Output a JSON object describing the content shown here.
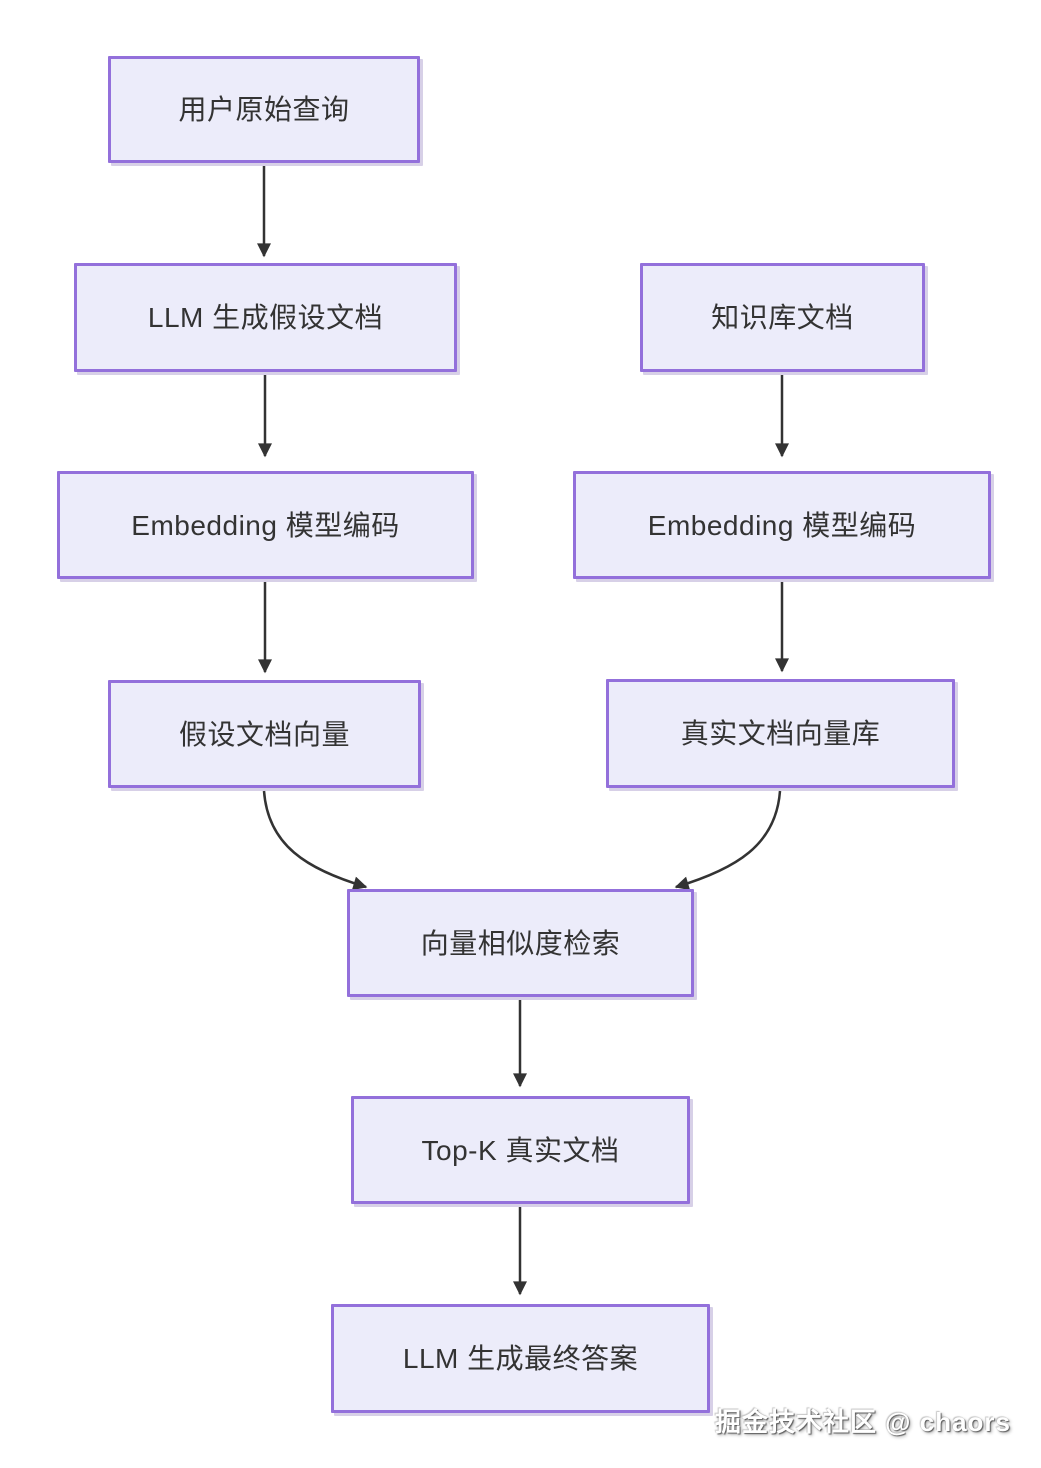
{
  "diagram": {
    "type": "flowchart",
    "direction": "top-down",
    "nodes": {
      "user_query": {
        "label": "用户原始查询"
      },
      "llm_hypothetical": {
        "label": "LLM 生成假设文档"
      },
      "kb_docs": {
        "label": "知识库文档"
      },
      "embedding_left": {
        "label": "Embedding 模型编码"
      },
      "embedding_right": {
        "label": "Embedding 模型编码"
      },
      "hypo_vector": {
        "label": "假设文档向量"
      },
      "real_vector_db": {
        "label": "真实文档向量库"
      },
      "similarity_search": {
        "label": "向量相似度检索"
      },
      "topk_docs": {
        "label": "Top-K 真实文档"
      },
      "final_answer": {
        "label": "LLM 生成最终答案"
      }
    },
    "edges": [
      {
        "from": "user_query",
        "to": "llm_hypothetical"
      },
      {
        "from": "llm_hypothetical",
        "to": "embedding_left"
      },
      {
        "from": "kb_docs",
        "to": "embedding_right"
      },
      {
        "from": "embedding_left",
        "to": "hypo_vector"
      },
      {
        "from": "embedding_right",
        "to": "real_vector_db"
      },
      {
        "from": "hypo_vector",
        "to": "similarity_search"
      },
      {
        "from": "real_vector_db",
        "to": "similarity_search"
      },
      {
        "from": "similarity_search",
        "to": "topk_docs"
      },
      {
        "from": "topk_docs",
        "to": "final_answer"
      }
    ],
    "colors": {
      "node_fill": "#ECECFA",
      "node_border": "#9370DB",
      "arrow": "#333333",
      "text": "#333333",
      "background": "#FFFFFF"
    }
  },
  "watermark": {
    "text": "掘金技术社区 @ chaors"
  }
}
